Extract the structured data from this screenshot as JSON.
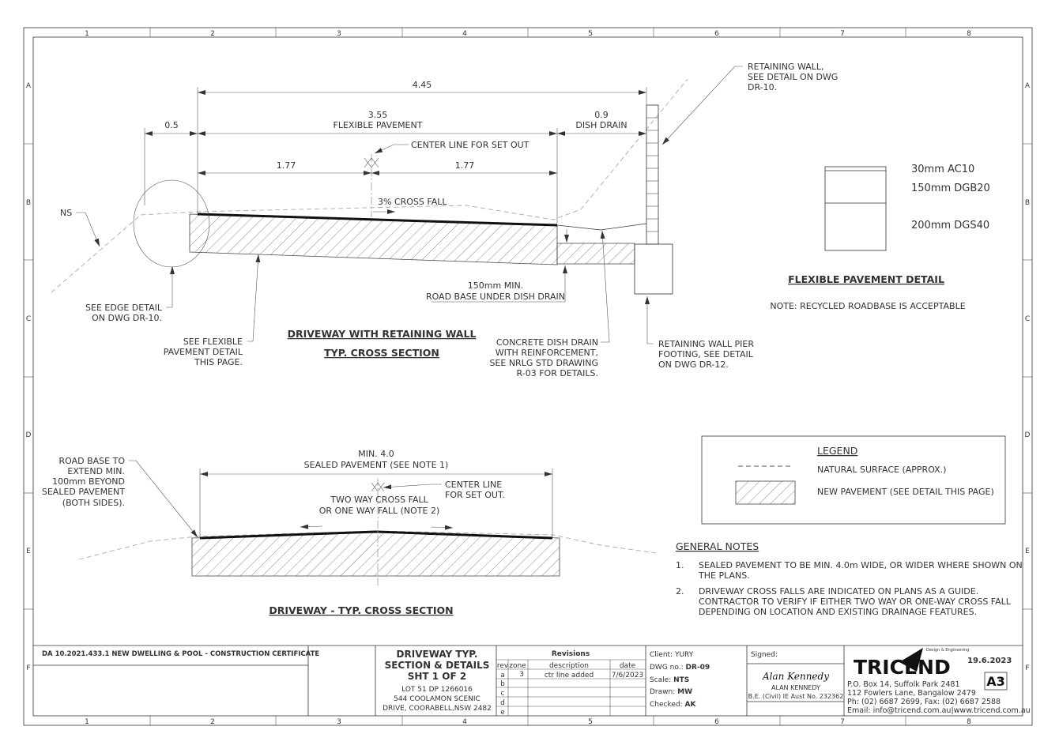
{
  "frame": {
    "columns": [
      "1",
      "2",
      "3",
      "4",
      "5",
      "6",
      "7",
      "8"
    ],
    "rows": [
      "A",
      "B",
      "C",
      "D",
      "E",
      "F"
    ]
  },
  "section1": {
    "title_line1": "DRIVEWAY WITH RETAINING WALL",
    "title_line2": "TYP. CROSS SECTION",
    "dim_total": "4.45",
    "dim_pavement": "3.55",
    "dim_pavement_label": "FLEXIBLE PAVEMENT",
    "dim_drain": "0.9",
    "dim_drain_label": "DISH DRAIN",
    "dim_edge": "0.5",
    "dim_half_left": "1.77",
    "dim_half_right": "1.77",
    "centerline_note": "CENTER LINE FOR SET OUT",
    "crossfall": "3% CROSS FALL",
    "ns_label": "NS",
    "retaining_wall_note": [
      "RETAINING WALL,",
      "SEE DETAIL ON DWG",
      "DR-10."
    ],
    "roadbase_note": [
      "150mm MIN.",
      "ROAD BASE UNDER DISH DRAIN"
    ],
    "edge_note": [
      "SEE EDGE DETAIL",
      "ON DWG DR-10."
    ],
    "flex_note": [
      "SEE FLEXIBLE",
      "PAVEMENT DETAIL",
      "THIS PAGE."
    ],
    "dish_note": [
      "CONCRETE DISH DRAIN",
      "WITH REINFORCEMENT,",
      "SEE NRLG STD DRAWING",
      "R-03 FOR DETAILS."
    ],
    "footing_note": [
      "RETAINING WALL PIER",
      "FOOTING, SEE DETAIL",
      "ON DWG DR-12."
    ]
  },
  "pavement_detail": {
    "layers": [
      "30mm AC10",
      "150mm DGB20",
      "200mm DGS40"
    ],
    "title": "FLEXIBLE PAVEMENT DETAIL",
    "note": "NOTE: RECYCLED ROADBASE IS ACCEPTABLE"
  },
  "legend": {
    "title": "LEGEND",
    "items": [
      "NATURAL SURFACE (APPROX.)",
      "NEW PAVEMENT (SEE DETAIL THIS PAGE)"
    ]
  },
  "general_notes": {
    "title": "GENERAL NOTES",
    "notes": [
      {
        "num": "1.",
        "lines": [
          "SEALED PAVEMENT TO BE MIN. 4.0m WIDE, OR WIDER WHERE SHOWN ON",
          "THE PLANS."
        ]
      },
      {
        "num": "2.",
        "lines": [
          "DRIVEWAY CROSS FALLS ARE INDICATED ON PLANS AS A GUIDE.",
          "CONTRACTOR TO VERIFY IF EITHER TWO WAY OR ONE-WAY CROSS FALL",
          "DEPENDING ON LOCATION AND EXISTING DRAINAGE FEATURES."
        ]
      }
    ]
  },
  "section2": {
    "title": "DRIVEWAY - TYP. CROSS SECTION",
    "dim_width": "MIN. 4.0",
    "dim_label": "SEALED PAVEMENT (SEE NOTE 1)",
    "centerline_note": [
      "CENTER LINE",
      "FOR SET OUT."
    ],
    "crossfall_note": [
      "TWO WAY CROSS FALL",
      "OR ONE WAY FALL (NOTE 2)"
    ],
    "roadbase_note": [
      "ROAD BASE TO",
      "EXTEND MIN.",
      "100mm BEYOND",
      "SEALED PAVEMENT",
      "(BOTH SIDES)."
    ]
  },
  "title_block": {
    "project": "DA 10.2021.433.1 NEW DWELLING & POOL - CONSTRUCTION CERTIFICATE",
    "title": [
      "DRIVEWAY TYP.",
      "SECTION & DETAILS",
      "SHT 1 OF 2"
    ],
    "address": [
      "LOT 51 DP 1266016",
      "544 COOLAMON SCENIC",
      "DRIVE, COORABELL,NSW 2482"
    ],
    "revisions": {
      "heading": "Revisions",
      "headers": [
        "rev",
        "zone",
        "description",
        "date"
      ],
      "rows": [
        [
          "a",
          "3",
          "ctr line added",
          "7/6/2023"
        ],
        [
          "b",
          "",
          "",
          ""
        ],
        [
          "c",
          "",
          "",
          ""
        ],
        [
          "d",
          "",
          "",
          ""
        ],
        [
          "e",
          "",
          "",
          ""
        ]
      ]
    },
    "client_label": "Client: ",
    "client": "YURY",
    "dwg_label": "DWG no.: ",
    "dwg": "DR-09",
    "scale_label": "Scale: ",
    "scale": "NTS",
    "drawn_label": "Drawn: ",
    "drawn": "MW",
    "checked_label": "Checked: ",
    "checked": "AK",
    "signed_label": "Signed:",
    "signature": "Alan Kennedy",
    "engineer": "ALAN KENNEDY",
    "credentials": "B.E. (Civil) IE Aust No. 232362",
    "logo": "TRICEND",
    "logo_tag": "Design & Engineering",
    "date": "19.6.2023",
    "sheet_size": "A3",
    "contact": [
      "P.O. Box 14, Suffolk Park 2481",
      "112 Fowlers Lane, Bangalow 2479",
      "Ph: (02) 6687 2699, Fax: (02) 6687 2588",
      "Email: info@tricend.com.au|www.tricend.com.au"
    ]
  }
}
